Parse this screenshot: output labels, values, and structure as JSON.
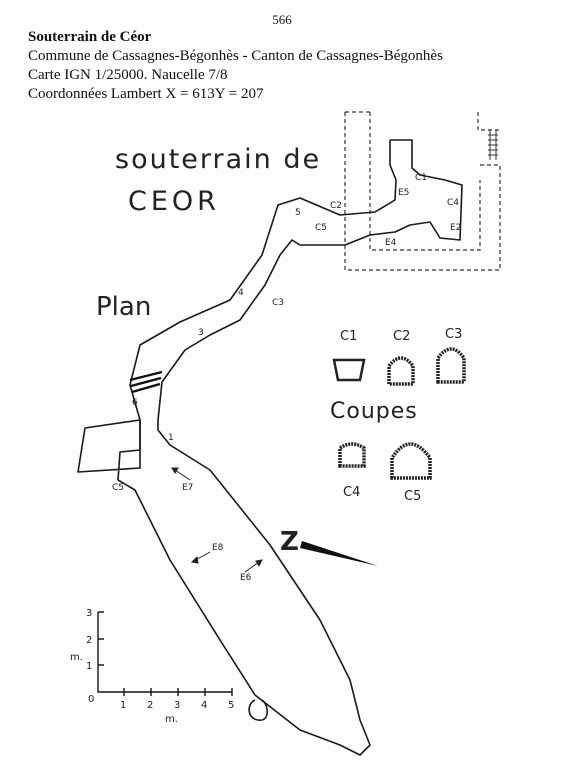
{
  "page_number": "566",
  "header": {
    "title": "Souterrain de Céor",
    "commune": "Commune de Cassagnes-Bégonhès - Canton de Cassagnes-Bégonhès",
    "carte": "Carte IGN 1/25000. Naucelle 7/8",
    "coords": "Coordonnées Lambert X = 613Y = 207"
  },
  "drawing": {
    "title_line1": "souterrain de",
    "title_line2": "CEOR",
    "plan_label": "Plan",
    "coupes_label": "Coupes",
    "north_label": "Z",
    "sections": [
      "C1",
      "C2",
      "C3",
      "C4",
      "C5"
    ],
    "map_labels": {
      "c2": "C2",
      "c5": "C5",
      "c3": "C3",
      "c4": "C4",
      "c1": "C1",
      "e2": "E2",
      "e4": "E4",
      "e5": "E5",
      "e6": "E6",
      "e7": "E7",
      "e8": "E8",
      "c5b": "C5",
      "n4": "4",
      "n3": "3",
      "n6": "6",
      "n5": "5",
      "n1": "1"
    },
    "scale": {
      "unit_x": "m.",
      "unit_y": "m.",
      "x_ticks": [
        "0",
        "1",
        "2",
        "3",
        "4",
        "5"
      ],
      "y_ticks": [
        "1",
        "2",
        "3"
      ]
    }
  }
}
